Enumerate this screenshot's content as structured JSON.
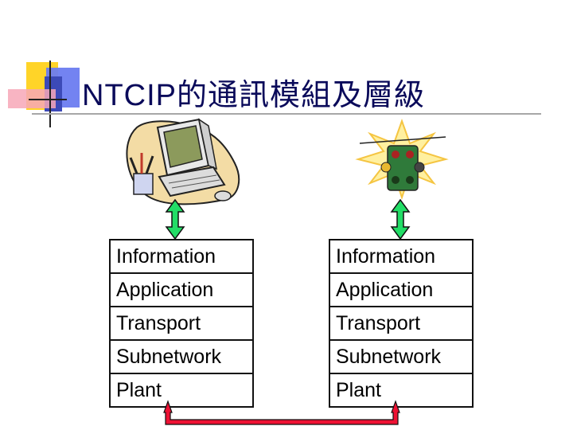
{
  "title": {
    "latin": "NTCIP",
    "cjk": "的通訊模組及層級"
  },
  "stacks": {
    "left": {
      "layers": [
        "Information",
        "Application",
        "Transport",
        "Subnetwork",
        "Plant"
      ]
    },
    "right": {
      "layers": [
        "Information",
        "Application",
        "Transport",
        "Subnetwork",
        "Plant"
      ]
    }
  },
  "icons": {
    "left": "computer-icon",
    "right": "traffic-light-icon"
  },
  "colors": {
    "title": "#0a0a5a",
    "vertical_arrow": "#22dd66",
    "peer_link": "#ee1133",
    "deco_yellow": "#ffd428",
    "deco_red": "#f7a7b7",
    "deco_blue": "#4c5cd0"
  }
}
